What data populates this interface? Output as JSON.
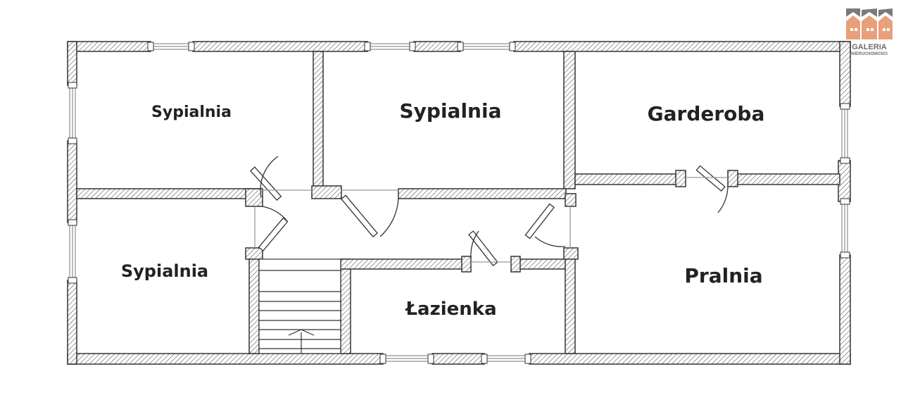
{
  "plan": {
    "rooms": [
      {
        "id": "bedroom-top-left",
        "label": "Sypialnia"
      },
      {
        "id": "bedroom-top-center",
        "label": "Sypialnia"
      },
      {
        "id": "wardrobe",
        "label": "Garderoba"
      },
      {
        "id": "bedroom-bottom-left",
        "label": "Sypialnia"
      },
      {
        "id": "bathroom",
        "label": "Łazienka"
      },
      {
        "id": "laundry",
        "label": "Pralnia"
      }
    ]
  },
  "logo": {
    "line1": "GALERIA",
    "line2": "NIERUCHOMOŚCI",
    "colors": {
      "roof": "#7a7a7a",
      "house": "#e8a07a",
      "text": "#6d6d6d"
    }
  },
  "colors": {
    "wall_stroke": "#333333",
    "hatch": "#555555",
    "background": "#ffffff"
  }
}
